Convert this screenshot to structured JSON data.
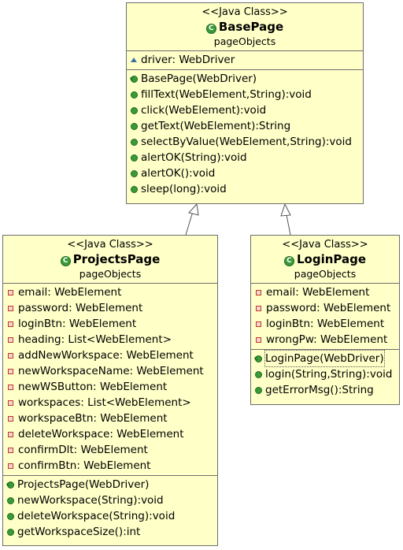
{
  "classes": {
    "base": {
      "stereotype": "<<Java Class>>",
      "name": "BasePage",
      "package": "pageObjects",
      "fields": [
        {
          "icon": "field-pkg",
          "text": "driver: WebDriver"
        }
      ],
      "methods": [
        {
          "icon": "m-ctor",
          "text": "BasePage(WebDriver)"
        },
        {
          "icon": "m-public",
          "text": "fillText(WebElement,String):void"
        },
        {
          "icon": "m-public",
          "text": "click(WebElement):void"
        },
        {
          "icon": "m-public",
          "text": "getText(WebElement):String"
        },
        {
          "icon": "m-public",
          "text": "selectByValue(WebElement,String):void"
        },
        {
          "icon": "m-public",
          "text": "alertOK(String):void"
        },
        {
          "icon": "m-public",
          "text": "alertOK():void"
        },
        {
          "icon": "m-public",
          "text": "sleep(long):void"
        }
      ]
    },
    "projects": {
      "stereotype": "<<Java Class>>",
      "name": "ProjectsPage",
      "package": "pageObjects",
      "fields": [
        {
          "icon": "field-private",
          "text": "email: WebElement"
        },
        {
          "icon": "field-private",
          "text": "password: WebElement"
        },
        {
          "icon": "field-private",
          "text": "loginBtn: WebElement"
        },
        {
          "icon": "field-private",
          "text": "heading: List<WebElement>"
        },
        {
          "icon": "field-private",
          "text": "addNewWorkspace: WebElement"
        },
        {
          "icon": "field-private",
          "text": "newWorkspaceName: WebElement"
        },
        {
          "icon": "field-private",
          "text": "newWSButton: WebElement"
        },
        {
          "icon": "field-private",
          "text": "workspaces: List<WebElement>"
        },
        {
          "icon": "field-private",
          "text": "workspaceBtn: WebElement"
        },
        {
          "icon": "field-private",
          "text": "deleteWorkspace: WebElement"
        },
        {
          "icon": "field-private",
          "text": "confirmDlt: WebElement"
        },
        {
          "icon": "field-private",
          "text": "confirmBtn: WebElement"
        }
      ],
      "methods": [
        {
          "icon": "m-ctor",
          "text": "ProjectsPage(WebDriver)"
        },
        {
          "icon": "m-public",
          "text": "newWorkspace(String):void"
        },
        {
          "icon": "m-public",
          "text": "deleteWorkspace(String):void"
        },
        {
          "icon": "m-public",
          "text": "getWorkspaceSize():int"
        }
      ]
    },
    "login": {
      "stereotype": "<<Java Class>>",
      "name": "LoginPage",
      "package": "pageObjects",
      "fields": [
        {
          "icon": "field-private",
          "text": "email: WebElement"
        },
        {
          "icon": "field-private",
          "text": "password: WebElement"
        },
        {
          "icon": "field-private",
          "text": "loginBtn: WebElement"
        },
        {
          "icon": "field-private",
          "text": "wrongPw: WebElement"
        }
      ],
      "methods": [
        {
          "icon": "m-ctor",
          "text": "LoginPage(WebDriver)",
          "selected": true
        },
        {
          "icon": "m-public",
          "text": "login(String,String):void"
        },
        {
          "icon": "m-public",
          "text": "getErrorMsg():String"
        }
      ]
    }
  }
}
